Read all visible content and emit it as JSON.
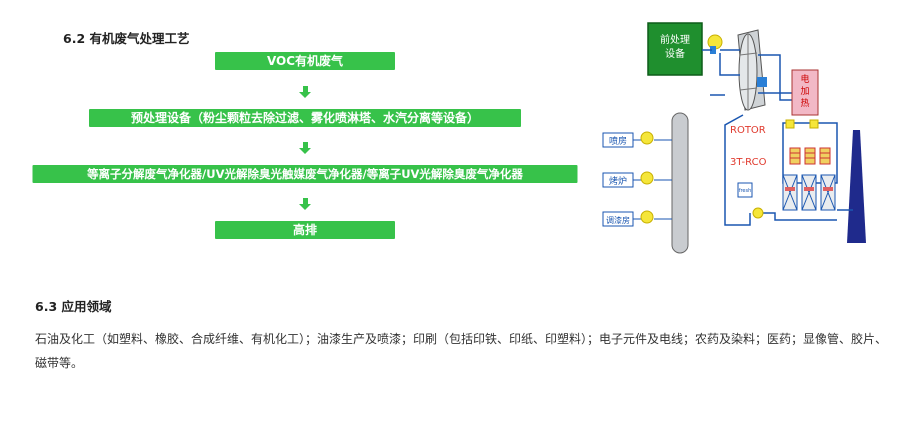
{
  "section_6_2": {
    "title": "6.2 有机废气处理工艺",
    "flow": [
      "VOC有机废气",
      "预处理设备（粉尘颗粒去除过滤、雾化喷淋塔、水汽分离等设备）",
      "等离子分解废气净化器/UV光解除臭光触媒废气净化器/等离子UV光解除臭废气净化器",
      "高排"
    ]
  },
  "diagram": {
    "pretreatment": "前处理\n设备",
    "heater": "电\n加\n热",
    "rotor": "ROTOR",
    "rco": "3T-RCO",
    "fresh": "fresh",
    "sources": [
      "喷房",
      "烤炉",
      "调漆房"
    ]
  },
  "section_6_3": {
    "title": "6.3 应用领域",
    "body": "石油及化工（如塑料、橡胶、合成纤维、有机化工）；油漆生产及喷漆；印刷（包括印铁、印纸、印塑料）；电子元件及电线；农药及染料；医药；显像管、胶片、磁带等。"
  },
  "colors": {
    "green": "#37c24a",
    "diagram_green": "#1f8f2e",
    "source_blue": "#1a56b0",
    "rotor_red": "#e03a2e",
    "heater_pink": "#f2b8c6"
  }
}
